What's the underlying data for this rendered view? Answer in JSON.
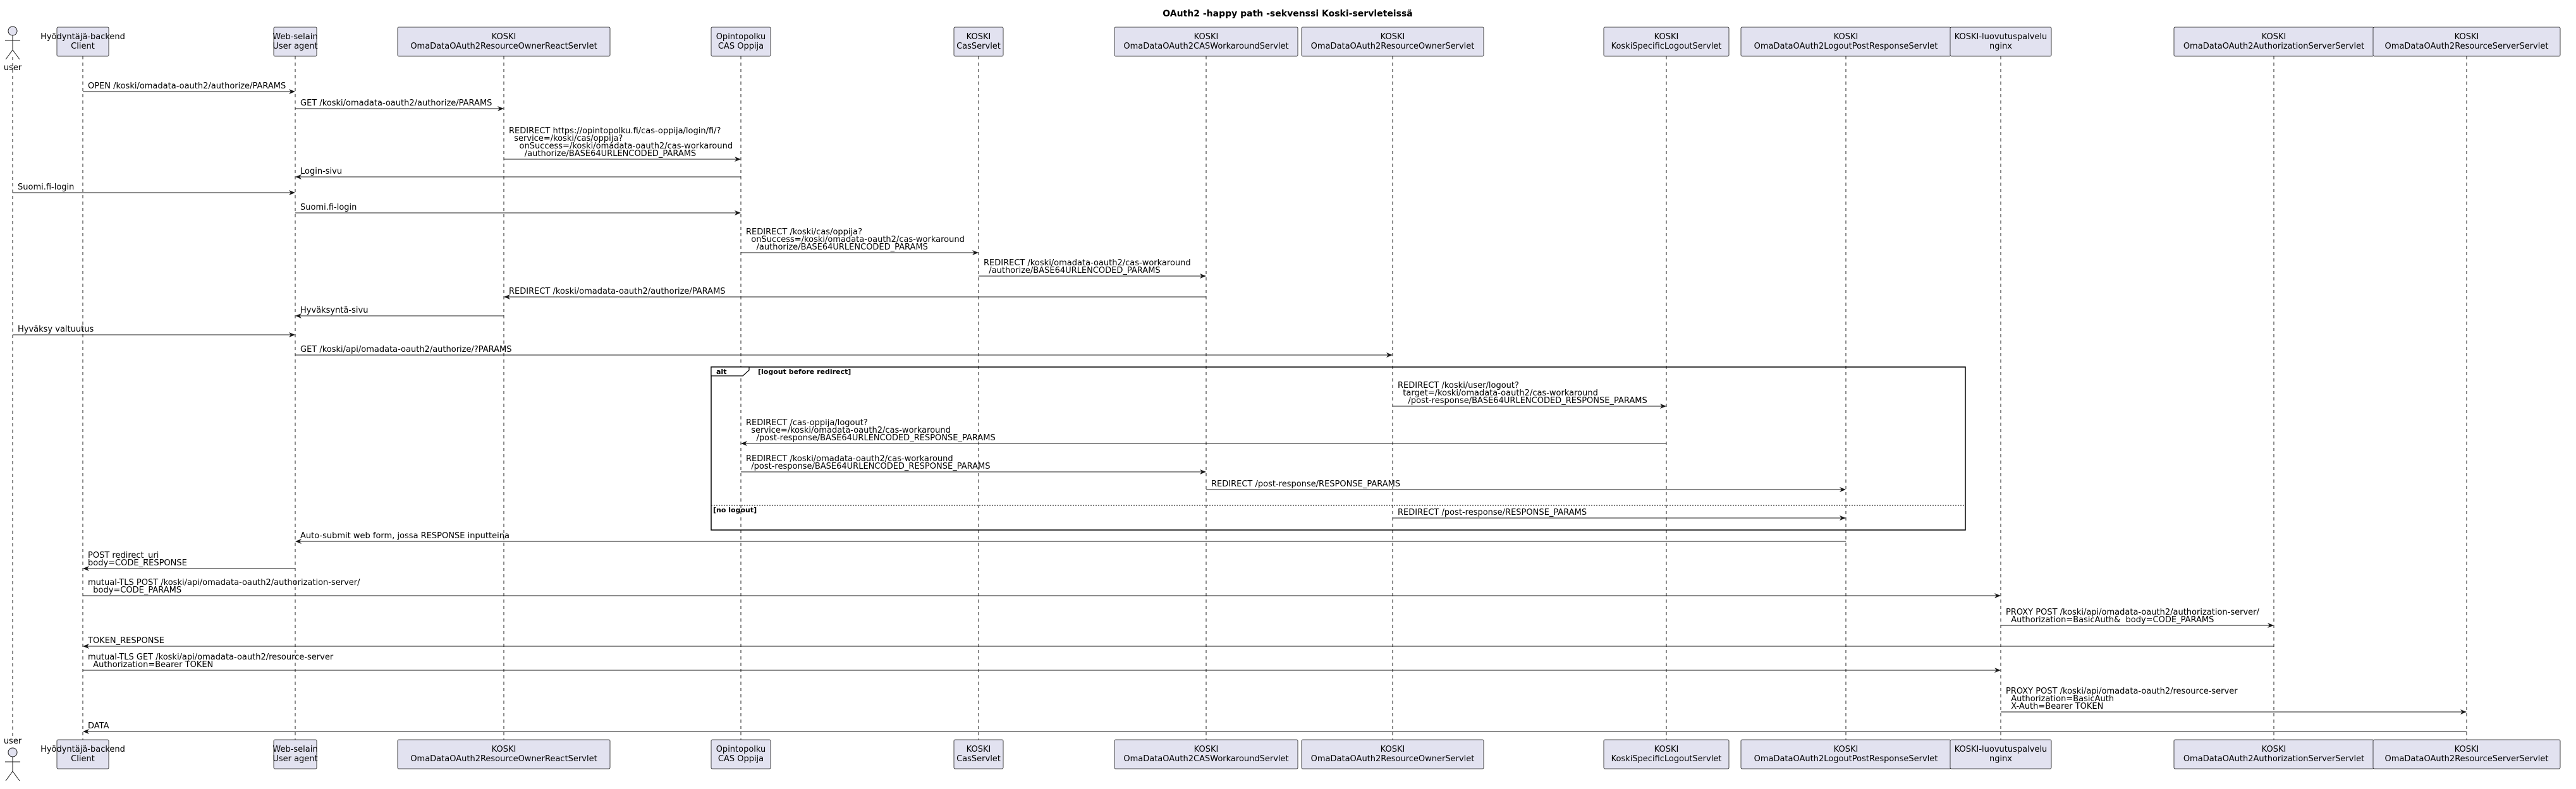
{
  "title": "OAuth2 -happy path -sekvenssi Koski-servleteissä",
  "participants": [
    {
      "id": "user",
      "type": "actor",
      "lines": [
        "user"
      ]
    },
    {
      "id": "client",
      "type": "box",
      "lines": [
        "Hyödyntäjä-backend",
        "Client"
      ]
    },
    {
      "id": "browser",
      "type": "box",
      "lines": [
        "Web-selain",
        "User agent"
      ]
    },
    {
      "id": "react",
      "type": "box",
      "lines": [
        "KOSKI",
        "OmaDataOAuth2ResourceOwnerReactServlet"
      ]
    },
    {
      "id": "cas",
      "type": "box",
      "lines": [
        "Opintopolku",
        "CAS Oppija"
      ]
    },
    {
      "id": "casservlet",
      "type": "box",
      "lines": [
        "KOSKI",
        "CasServlet"
      ]
    },
    {
      "id": "workaround",
      "type": "box",
      "lines": [
        "KOSKI",
        "OmaDataOAuth2CASWorkaroundServlet"
      ]
    },
    {
      "id": "owner",
      "type": "box",
      "lines": [
        "KOSKI",
        "OmaDataOAuth2ResourceOwnerServlet"
      ]
    },
    {
      "id": "logout",
      "type": "box",
      "lines": [
        "KOSKI",
        "KoskiSpecificLogoutServlet"
      ]
    },
    {
      "id": "postresp",
      "type": "box",
      "lines": [
        "KOSKI",
        "OmaDataOAuth2LogoutPostResponseServlet"
      ]
    },
    {
      "id": "nginx",
      "type": "box",
      "lines": [
        "KOSKI-luovutuspalvelu",
        "nginx"
      ]
    },
    {
      "id": "authserver",
      "type": "box",
      "lines": [
        "KOSKI",
        "OmaDataOAuth2AuthorizationServerServlet"
      ]
    },
    {
      "id": "resserver",
      "type": "box",
      "lines": [
        "KOSKI",
        "OmaDataOAuth2ResourceServerServlet"
      ]
    }
  ],
  "messages": [
    {
      "from": "client",
      "to": "browser",
      "lines": [
        "OPEN /koski/omadata-oauth2/authorize/PARAMS"
      ]
    },
    {
      "from": "browser",
      "to": "react",
      "lines": [
        "GET /koski/omadata-oauth2/authorize/PARAMS"
      ]
    },
    {
      "from": "react",
      "to": "cas",
      "lines": [
        "REDIRECT https://opintopolku.fi/cas-oppija/login/fi/?",
        "  service=/koski/cas/oppija?",
        "    onSuccess=/koski/omadata-oauth2/cas-workaround",
        "      /authorize/BASE64URLENCODED_PARAMS"
      ]
    },
    {
      "from": "cas",
      "to": "browser",
      "lines": [
        "Login-sivu"
      ]
    },
    {
      "from": "user",
      "to": "browser",
      "lines": [
        "Suomi.fi-login"
      ]
    },
    {
      "from": "browser",
      "to": "cas",
      "lines": [
        "Suomi.fi-login"
      ]
    },
    {
      "from": "cas",
      "to": "casservlet",
      "lines": [
        "REDIRECT /koski/cas/oppija?",
        "  onSuccess=/koski/omadata-oauth2/cas-workaround",
        "    /authorize/BASE64URLENCODED_PARAMS"
      ]
    },
    {
      "from": "casservlet",
      "to": "workaround",
      "lines": [
        "REDIRECT /koski/omadata-oauth2/cas-workaround",
        "  /authorize/BASE64URLENCODED_PARAMS"
      ]
    },
    {
      "from": "workaround",
      "to": "react",
      "lines": [
        "REDIRECT /koski/omadata-oauth2/authorize/PARAMS"
      ]
    },
    {
      "from": "react",
      "to": "browser",
      "lines": [
        "Hyväksyntä-sivu"
      ]
    },
    {
      "from": "user",
      "to": "browser",
      "lines": [
        "Hyväksy valtuutus"
      ]
    },
    {
      "from": "browser",
      "to": "owner",
      "lines": [
        "GET /koski/api/omadata-oauth2/authorize/?PARAMS"
      ]
    },
    {
      "from": "owner",
      "to": "logout",
      "lines": [
        "REDIRECT /koski/user/logout?",
        "  target=/koski/omadata-oauth2/cas-workaround",
        "    /post-response/BASE64URLENCODED_RESPONSE_PARAMS"
      ]
    },
    {
      "from": "logout",
      "to": "cas",
      "lines": [
        "REDIRECT /cas-oppija/logout?",
        "  service=/koski/omadata-oauth2/cas-workaround",
        "    /post-response/BASE64URLENCODED_RESPONSE_PARAMS"
      ]
    },
    {
      "from": "cas",
      "to": "workaround",
      "lines": [
        "REDIRECT /koski/omadata-oauth2/cas-workaround",
        "  /post-response/BASE64URLENCODED_RESPONSE_PARAMS"
      ]
    },
    {
      "from": "workaround",
      "to": "postresp",
      "lines": [
        "REDIRECT /post-response/RESPONSE_PARAMS"
      ]
    },
    {
      "from": "owner",
      "to": "postresp",
      "lines": [
        "REDIRECT /post-response/RESPONSE_PARAMS"
      ]
    },
    {
      "from": "postresp",
      "to": "browser",
      "lines": [
        "Auto-submit web form, jossa RESPONSE inputteina"
      ]
    },
    {
      "from": "browser",
      "to": "client",
      "lines": [
        "POST redirect_uri",
        "body=CODE_RESPONSE"
      ]
    },
    {
      "from": "client",
      "to": "nginx",
      "lines": [
        "mutual-TLS POST /koski/api/omadata-oauth2/authorization-server/",
        "  body=CODE_PARAMS"
      ]
    },
    {
      "from": "nginx",
      "to": "authserver",
      "lines": [
        "PROXY POST /koski/api/omadata-oauth2/authorization-server/",
        "  Authorization=BasicAuth&  body=CODE_PARAMS"
      ]
    },
    {
      "from": "authserver",
      "to": "client",
      "lines": [
        "TOKEN_RESPONSE"
      ]
    },
    {
      "from": "client",
      "to": "nginx",
      "lines": [
        "mutual-TLS GET /koski/api/omadata-oauth2/resource-server",
        "  Authorization=Bearer TOKEN"
      ]
    },
    {
      "from": "nginx",
      "to": "resserver",
      "lines": [
        "PROXY POST /koski/api/omadata-oauth2/resource-server",
        "  Authorization=BasicAuth",
        "  X-Auth=Bearer TOKEN"
      ]
    },
    {
      "from": "resserver",
      "to": "client",
      "lines": [
        "DATA"
      ]
    }
  ],
  "alt_fragment": {
    "keyword": "alt",
    "condition_1": "[logout before redirect]",
    "condition_2": "[no logout]"
  }
}
